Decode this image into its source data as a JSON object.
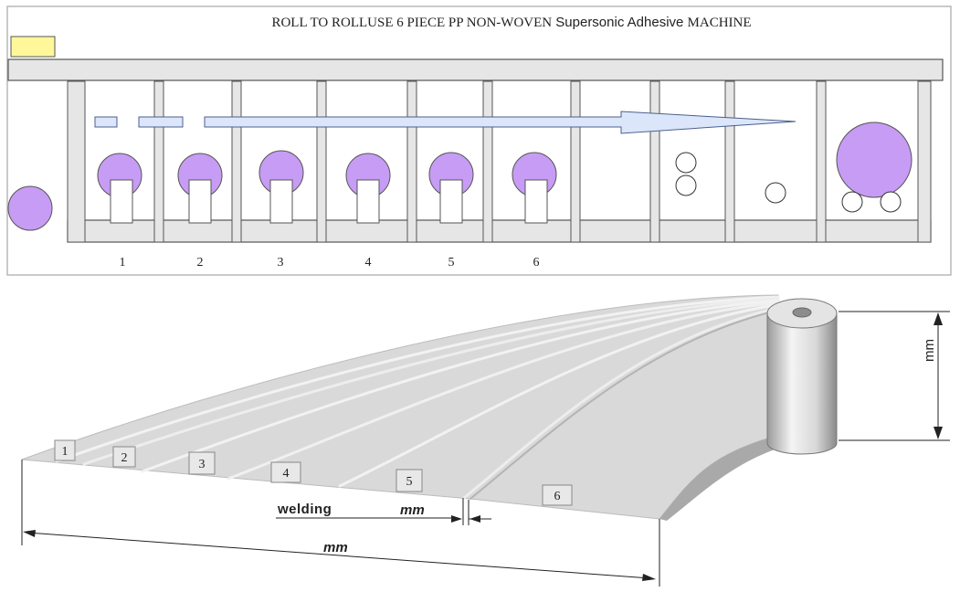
{
  "title": {
    "part1": "ROLL TO ROLLUSE 6 PIECE PP NON-WOVEN",
    "part2": "Supersonic Adhesive",
    "part3": "MACHINE"
  },
  "stations": [
    "1",
    "2",
    "3",
    "4",
    "5",
    "6"
  ],
  "fabric_labels": [
    "1",
    "2",
    "3",
    "4",
    "5",
    "6"
  ],
  "dimensions": {
    "welding_label": "welding",
    "welding_unit": "mm",
    "width_unit": "mm",
    "roll_height_unit": "mm"
  },
  "colors": {
    "roller_purple": "#c79cf4",
    "frame_gray": "#e6e6e6",
    "arrow_fill": "#dbe6fb",
    "arrow_stroke": "#4c5f8c",
    "yellow_block": "#fff79a"
  }
}
